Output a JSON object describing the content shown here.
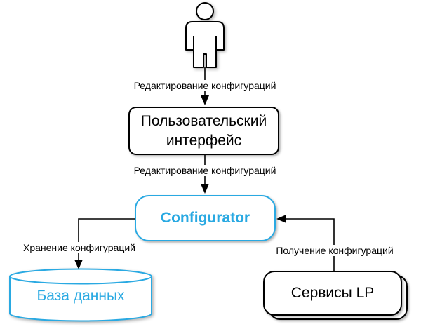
{
  "colors": {
    "accent": "#29A9E2",
    "line": "#000000",
    "background": "#FFFFFF"
  },
  "icons": {
    "actor": "person-icon"
  },
  "nodes": {
    "user_interface": {
      "label": "Пользовательский интерфейс"
    },
    "configurator": {
      "label": "Configurator"
    },
    "database": {
      "label": "База данных"
    },
    "services": {
      "label": "Сервисы LP"
    }
  },
  "edges": {
    "user_to_ui": {
      "label": "Редактирование конфигураций"
    },
    "ui_to_configurator": {
      "label": "Редактирование конфигураций"
    },
    "configurator_to_database": {
      "label": "Хранение конфигураций"
    },
    "services_to_configurator": {
      "label": "Получение конфигураций"
    }
  }
}
